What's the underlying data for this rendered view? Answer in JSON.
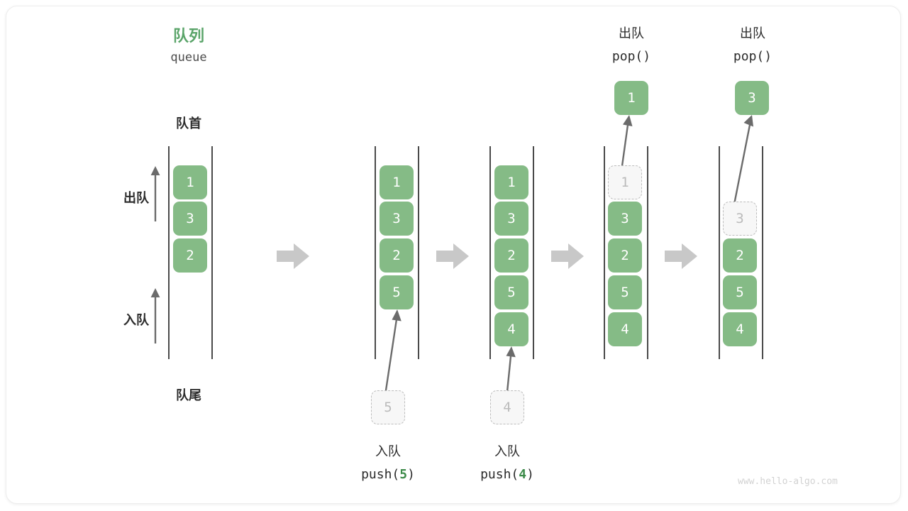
{
  "diagram": {
    "title_cn": "队列",
    "title_en": "queue",
    "front_label": "队首",
    "rear_label": "队尾",
    "dequeue_label": "出队",
    "enqueue_label": "入队",
    "accent_color": "#5aa469",
    "cell_color": "#85bb86",
    "ghost_color": "#f7f7f7",
    "arrow_color": "#c8c8c8",
    "watermark": "www.hello-algo.com"
  },
  "columns": [
    {
      "id": "col1",
      "name": "initial-queue",
      "cells": [
        {
          "value": "1",
          "state": "filled"
        },
        {
          "value": "3",
          "state": "filled"
        },
        {
          "value": "2",
          "state": "filled"
        }
      ]
    },
    {
      "id": "col2",
      "name": "after-push-5",
      "cells": [
        {
          "value": "1",
          "state": "filled"
        },
        {
          "value": "3",
          "state": "filled"
        },
        {
          "value": "2",
          "state": "filled"
        },
        {
          "value": "5",
          "state": "filled"
        }
      ],
      "incoming": {
        "value": "5",
        "op_cn": "入队",
        "op_code_prefix": "push(",
        "op_code_value": "5",
        "op_code_suffix": ")"
      }
    },
    {
      "id": "col3",
      "name": "after-push-4",
      "cells": [
        {
          "value": "1",
          "state": "filled"
        },
        {
          "value": "3",
          "state": "filled"
        },
        {
          "value": "2",
          "state": "filled"
        },
        {
          "value": "5",
          "state": "filled"
        },
        {
          "value": "4",
          "state": "filled"
        }
      ],
      "incoming": {
        "value": "4",
        "op_cn": "入队",
        "op_code_prefix": "push(",
        "op_code_value": "4",
        "op_code_suffix": ")"
      }
    },
    {
      "id": "col4",
      "name": "after-pop-1",
      "cells": [
        {
          "value": "1",
          "state": "ghost"
        },
        {
          "value": "3",
          "state": "filled"
        },
        {
          "value": "2",
          "state": "filled"
        },
        {
          "value": "5",
          "state": "filled"
        },
        {
          "value": "4",
          "state": "filled"
        }
      ],
      "outgoing": {
        "value": "1",
        "op_cn": "出队",
        "op_code": "pop()"
      }
    },
    {
      "id": "col5",
      "name": "after-pop-3",
      "cells": [
        {
          "value": "",
          "state": "empty"
        },
        {
          "value": "3",
          "state": "ghost"
        },
        {
          "value": "2",
          "state": "filled"
        },
        {
          "value": "5",
          "state": "filled"
        },
        {
          "value": "4",
          "state": "filled"
        }
      ],
      "outgoing": {
        "value": "3",
        "op_cn": "出队",
        "op_code": "pop()"
      }
    }
  ]
}
